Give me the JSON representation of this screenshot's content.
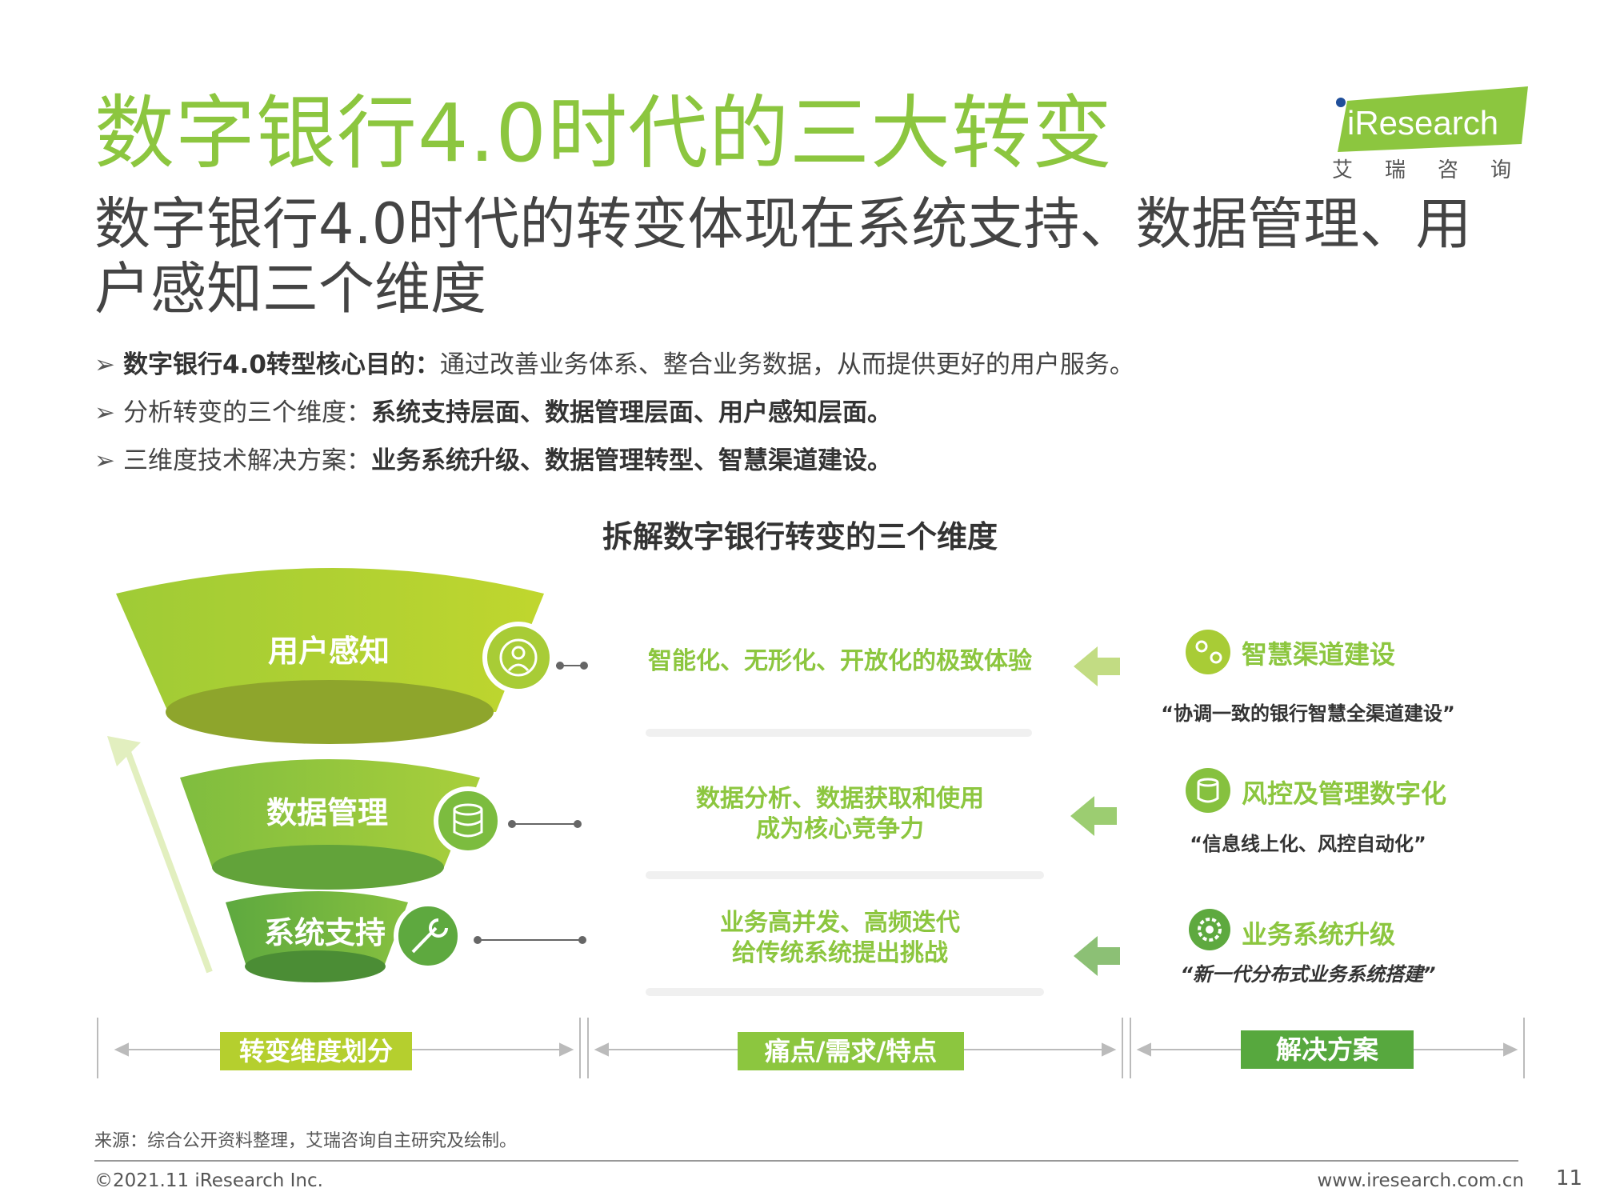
{
  "header": {
    "title": "数字银行4.0时代的三大转变",
    "subtitle": "数字银行4.0时代的转变体现在系统支持、数据管理、用户感知三个维度"
  },
  "logo": {
    "text": "iResearch",
    "cn": "艾瑞咨询"
  },
  "bullets": [
    {
      "label": "数字银行4.0转型核心目的：",
      "text": "通过改善业务体系、整合业务数据，从而提供更好的用户服务。"
    },
    {
      "label": "分析转变的三个维度：",
      "text": "系统支持层面、数据管理层面、用户感知层面。"
    },
    {
      "label": "三维度技术解决方案：",
      "text": "业务系统升级、数据管理转型、智慧渠道建设。"
    }
  ],
  "diagram": {
    "title": "拆解数字银行转变的三个维度",
    "levels": [
      {
        "name": "用户感知",
        "icon": "user-icon",
        "pain": "智能化、无形化、开放化的极致体验",
        "solution_title": "智慧渠道建设",
        "solution_icon": "location-pins-icon",
        "solution_quote": "“协调一致的银行智慧全渠道建设”"
      },
      {
        "name": "数据管理",
        "icon": "database-icon",
        "pain_line1": "数据分析、数据获取和使用",
        "pain_line2": "成为核心竞争力",
        "solution_title": "风控及管理数字化",
        "solution_icon": "database-icon",
        "solution_quote": "“信息线上化、风控自动化”"
      },
      {
        "name": "系统支持",
        "icon": "wrench-icon",
        "pain_line1": "业务高并发、高频迭代",
        "pain_line2": "给传统系统提出挑战",
        "solution_title": "业务系统升级",
        "solution_icon": "gear-icon",
        "solution_quote": "“新一代分布式业务系统搭建”"
      }
    ],
    "bottom_labels": [
      "转变维度划分",
      "痛点/需求/特点",
      "解决方案"
    ],
    "colors": {
      "light_green": "#b5cf2e",
      "mid_green": "#8cc63f",
      "dark_green": "#5aa63c",
      "bar_green": "#57a83e"
    }
  },
  "footer": {
    "source": "来源：综合公开资料整理，艾瑞咨询自主研究及绘制。",
    "copyright": "©2021.11 iResearch Inc.",
    "website": "www.iresearch.com.cn",
    "page": "11"
  }
}
